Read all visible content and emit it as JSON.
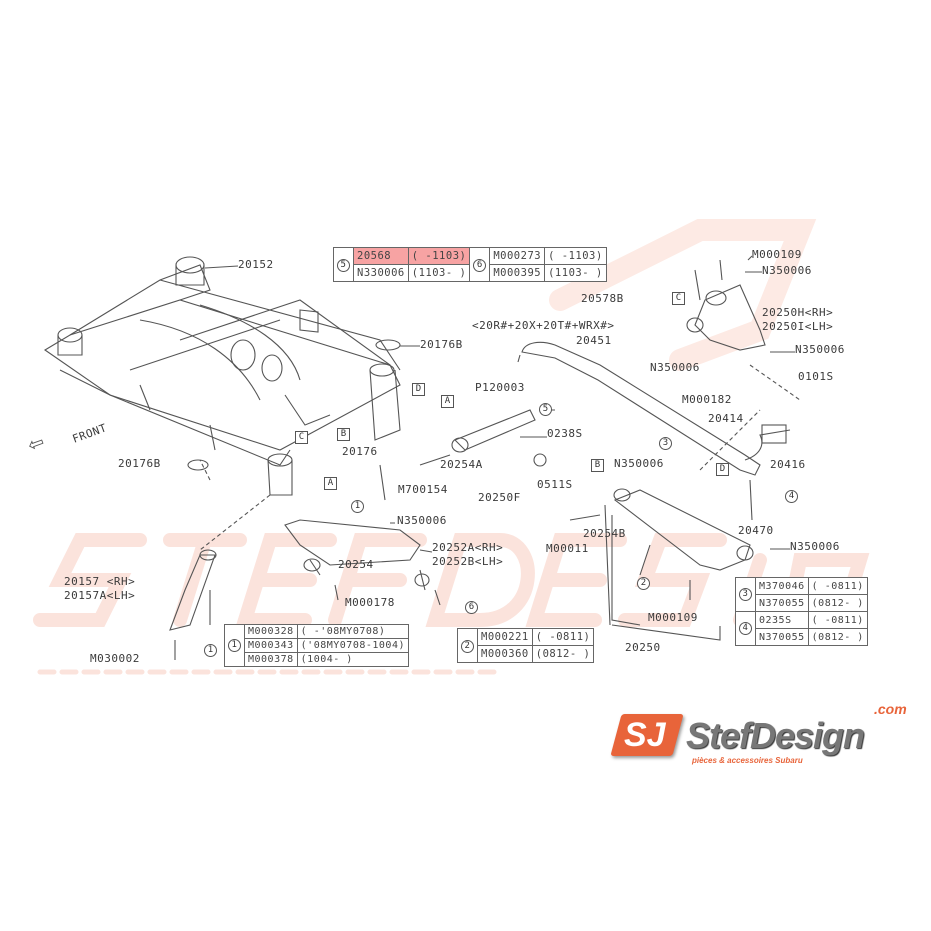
{
  "watermark": {
    "brand": "StefDesign",
    "tagline": "pièces & accessoires Subaru"
  },
  "logo": {
    "mark": "SJ",
    "brand": "StefDesign",
    "domain": ".com",
    "tagline": "pièces & accessoires Subaru",
    "accent": "#e8643a"
  },
  "front_label": "FRONT",
  "labels": {
    "p20152": "20152",
    "p20176b_top": "20176B",
    "p20250h": "20250H<RH>",
    "p20250i": "20250I<LH>",
    "m000109_top": "M000109",
    "n350006_a": "N350006",
    "p20578b": "20578B",
    "variants": "<20R#+20X+20T#+WRX#>",
    "p20451": "20451",
    "n350006_b": "N350006",
    "n350006_c": "N350006",
    "m000182": "M000182",
    "p0101s": "0101S",
    "p20414": "20414",
    "p20416": "20416",
    "p120003": "P120003",
    "p0238s": "0238S",
    "p20176": "20176",
    "p20254a": "20254A",
    "m700154": "M700154",
    "p20250f": "20250F",
    "p0511s": "0511S",
    "n350006_d": "N350006",
    "n350006_e": "N350006",
    "p20254b": "20254B",
    "m00011": "M00011",
    "p20470": "20470",
    "n350006_f": "N350006",
    "p20252a": "20252A<RH>",
    "p20252b": "20252B<LH>",
    "p20254": "20254",
    "m000178": "M000178",
    "p20157": "20157 <RH>",
    "p20157a": "20157A<LH>",
    "m030002": "M030002",
    "m000109_bot": "M000109",
    "p20250": "20250",
    "p20176b_left": "20176B"
  },
  "ref_letters": [
    "A",
    "B",
    "C",
    "D"
  ],
  "callouts": [
    "1",
    "2",
    "3",
    "4",
    "5",
    "6"
  ],
  "tables": {
    "t56": {
      "k5": "5",
      "k6": "6",
      "rows5": [
        [
          "20568",
          "( -1103)"
        ],
        [
          "N330006",
          "(1103- )"
        ]
      ],
      "rows6": [
        [
          "M000273",
          "( -1103)"
        ],
        [
          "M000395",
          "(1103- )"
        ]
      ]
    },
    "t1": {
      "key": "1",
      "rows": [
        [
          "M000328",
          "( -'08MY0708)"
        ],
        [
          "M000343",
          "('08MY0708-1004)"
        ],
        [
          "M000378",
          "(1004-   )"
        ]
      ]
    },
    "t2": {
      "key": "2",
      "rows": [
        [
          "M000221",
          "( -0811)"
        ],
        [
          "M000360",
          "(0812- )"
        ]
      ]
    },
    "t34": {
      "k3": "3",
      "k4": "4",
      "rows3": [
        [
          "M370046",
          "( -0811)"
        ],
        [
          "N370055",
          "(0812- )"
        ]
      ],
      "rows4": [
        [
          "0235S",
          "( -0811)"
        ],
        [
          "N370055",
          "(0812- )"
        ]
      ]
    }
  },
  "colors": {
    "highlight": "#f7a3a3",
    "line": "#555555",
    "watermark": "#fbe3dc"
  }
}
